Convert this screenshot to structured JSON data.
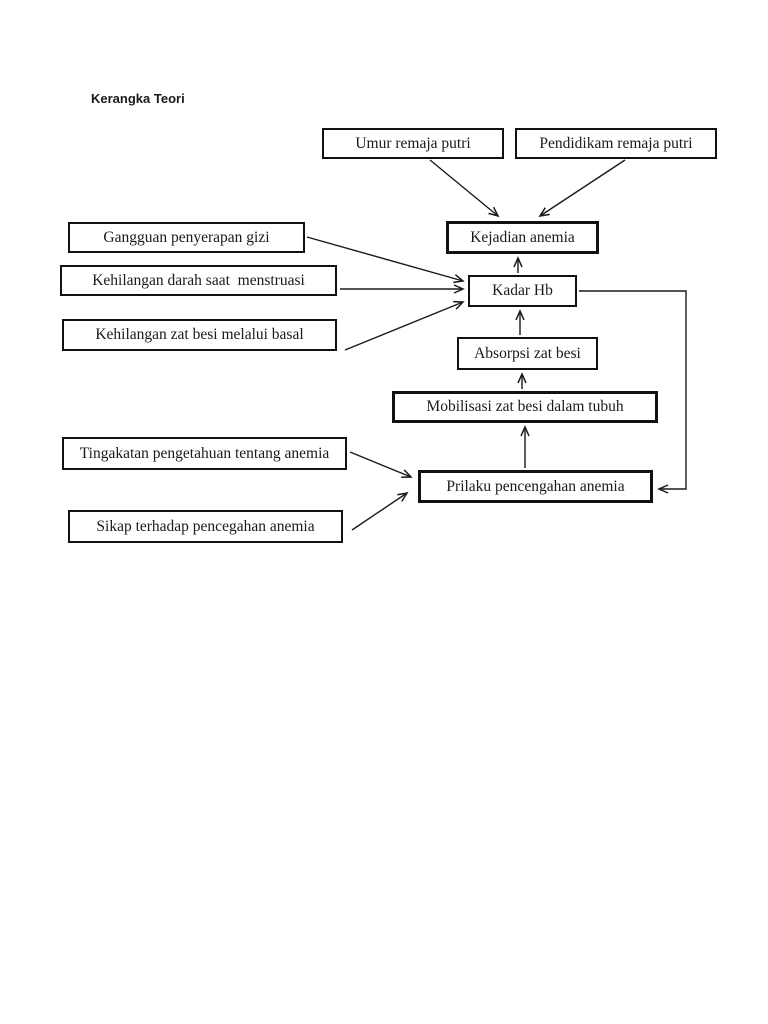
{
  "page": {
    "title": "Kerangka Teori",
    "background": "#ffffff"
  },
  "diagram": {
    "nodes": [
      {
        "id": "umur",
        "label": "Umur remaja putri"
      },
      {
        "id": "pendidikan",
        "label": "Pendidikam remaja putri"
      },
      {
        "id": "kejadian",
        "label": "Kejadian anemia"
      },
      {
        "id": "gangguan",
        "label": "Gangguan penyerapan gizi"
      },
      {
        "id": "darah",
        "label": "Kehilangan darah saat  menstruasi"
      },
      {
        "id": "zatbesi",
        "label": "Kehilangan zat besi melalui basal"
      },
      {
        "id": "kadar",
        "label": "Kadar Hb"
      },
      {
        "id": "absorpsi",
        "label": "Absorpsi zat besi"
      },
      {
        "id": "mobilisasi",
        "label": "Mobilisasi zat besi dalam tubuh"
      },
      {
        "id": "pengetahuan",
        "label": "Tingakatan pengetahuan tentang anemia"
      },
      {
        "id": "prilaku",
        "label": "Prilaku pencengahan anemia"
      },
      {
        "id": "sikap",
        "label": "Sikap terhadap pencegahan anemia"
      }
    ],
    "edges": [
      {
        "from": "Umur remaja putri",
        "to": "Kejadian anemia"
      },
      {
        "from": "Pendidikam remaja putri",
        "to": "Kejadian anemia"
      },
      {
        "from": "Kadar Hb",
        "to": "Kejadian anemia"
      },
      {
        "from": "Gangguan penyerapan gizi",
        "to": "Kadar Hb"
      },
      {
        "from": "Kehilangan darah saat  menstruasi",
        "to": "Kadar Hb"
      },
      {
        "from": "Kehilangan zat besi melalui basal",
        "to": "Kadar Hb"
      },
      {
        "from": "Absorpsi zat besi",
        "to": "Kadar Hb"
      },
      {
        "from": "Mobilisasi zat besi dalam tubuh",
        "to": "Absorpsi zat besi"
      },
      {
        "from": "Prilaku pencengahan anemia",
        "to": "Mobilisasi zat besi dalam tubuh"
      },
      {
        "from": "Tingakatan pengetahuan tentang anemia",
        "to": "Prilaku pencengahan anemia"
      },
      {
        "from": "Sikap terhadap pencegahan anemia",
        "to": "Prilaku pencengahan anemia"
      },
      {
        "from": "Kadar Hb",
        "to": "Prilaku pencengahan anemia"
      }
    ],
    "colors": {
      "line": "#1a1a1a",
      "box_border": "#111111",
      "text": "#1a1a1a"
    }
  }
}
